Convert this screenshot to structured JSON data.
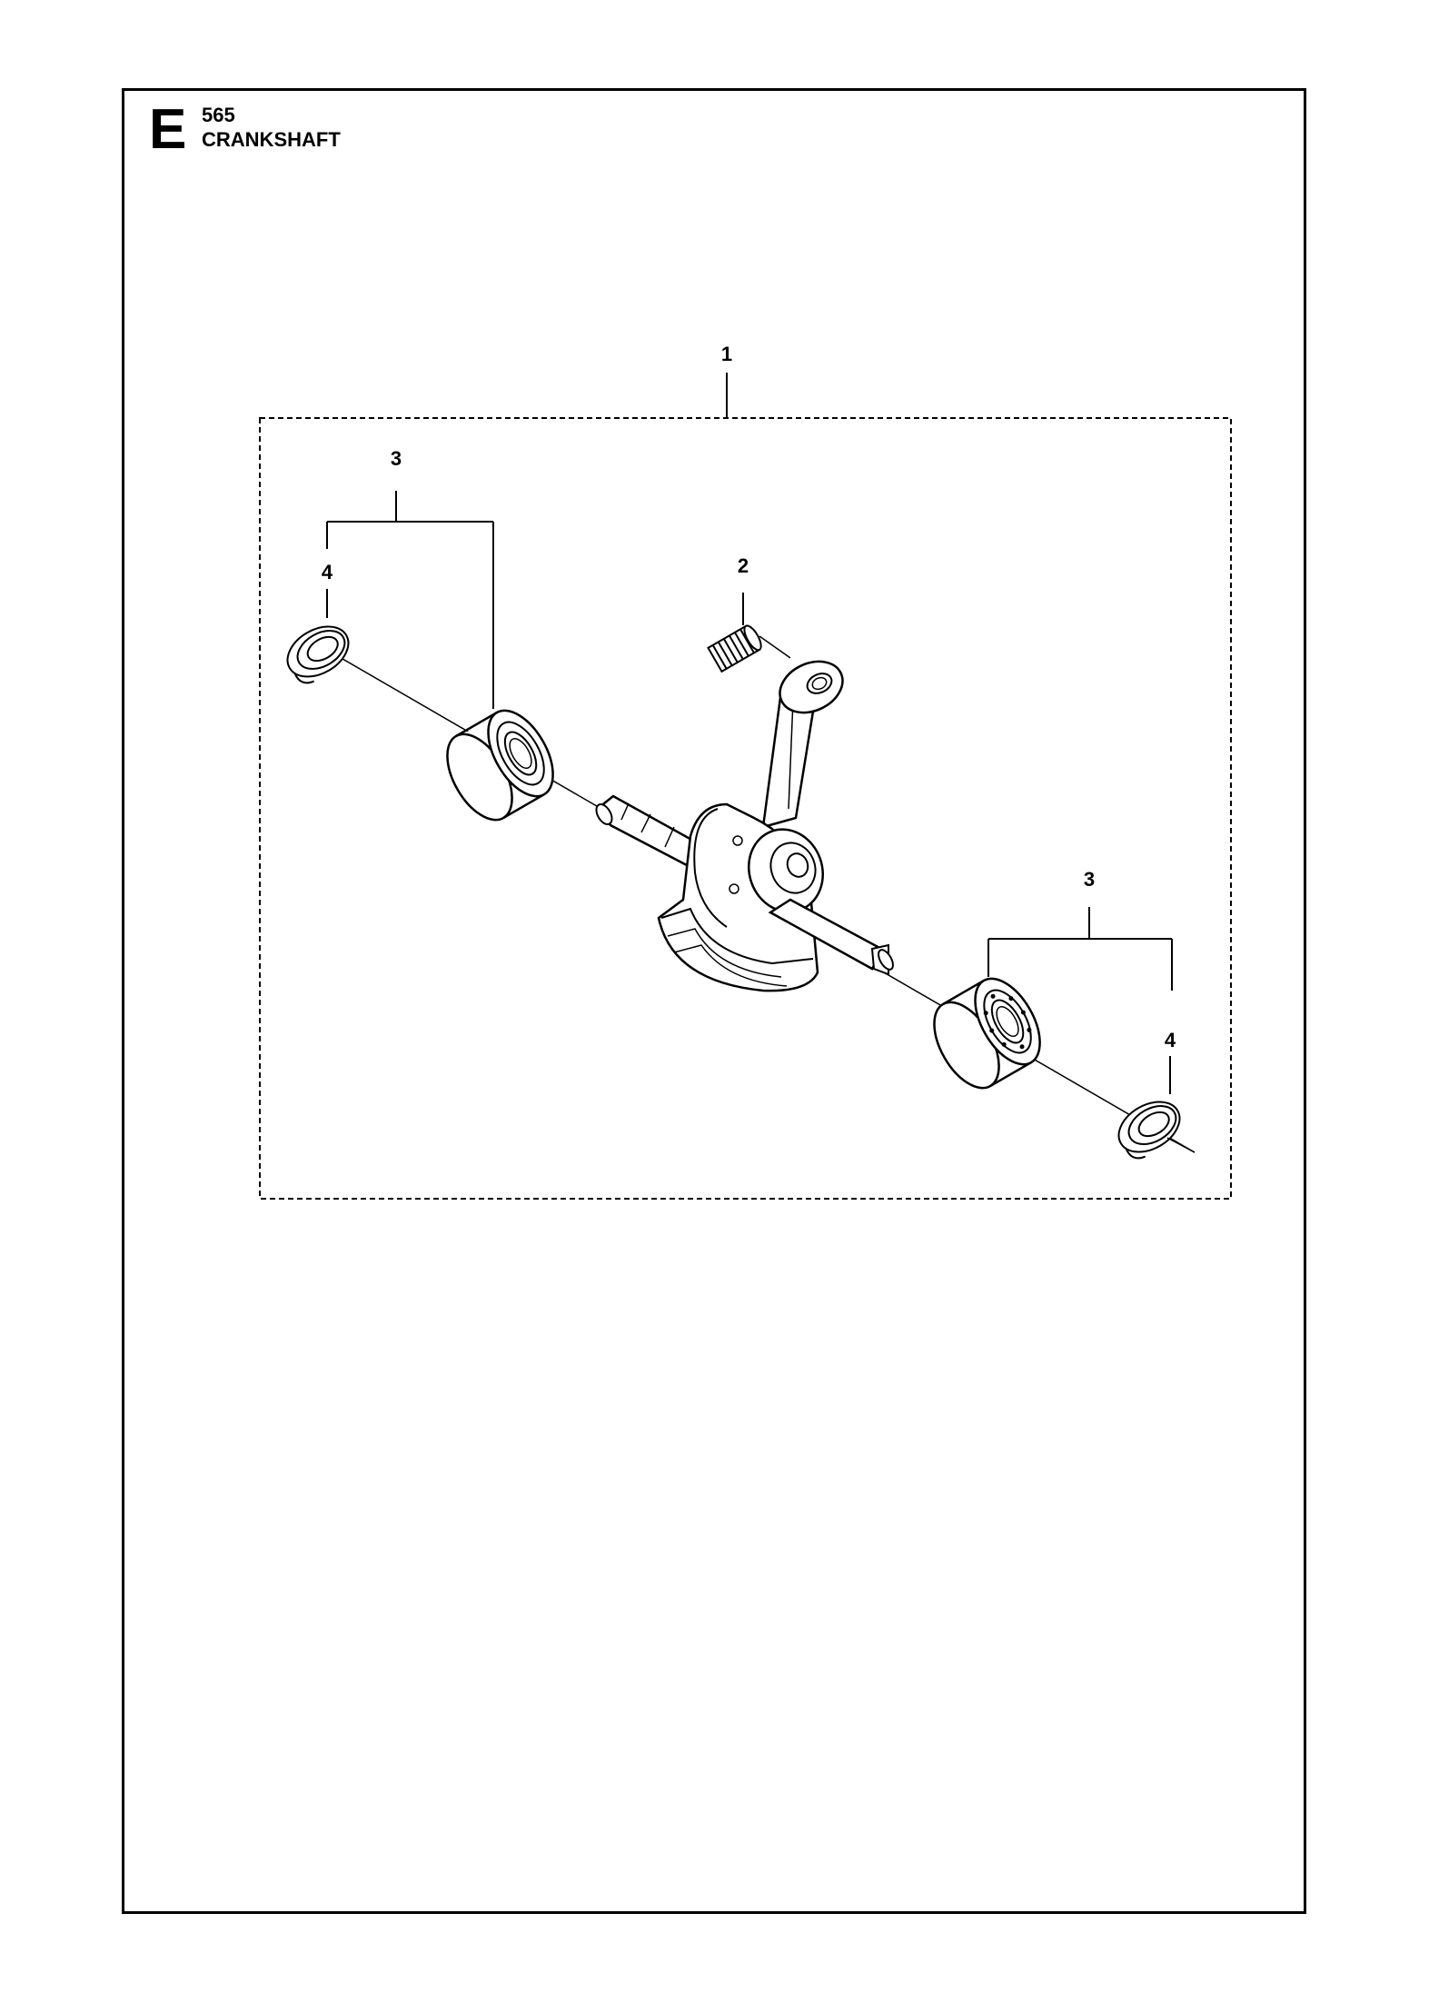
{
  "header": {
    "section_letter": "E",
    "model": "565",
    "title": "CRANKSHAFT"
  },
  "diagram": {
    "callouts": {
      "kit": "1",
      "needle_bearing": "2",
      "bearing_left": "3",
      "bearing_right": "3",
      "seal_left": "4",
      "seal_right": "4"
    },
    "parts": [
      {
        "ref": "1",
        "icon": "crankshaft-kit-icon"
      },
      {
        "ref": "2",
        "icon": "needle-bearing-icon"
      },
      {
        "ref": "3",
        "icon": "ball-bearing-icon"
      },
      {
        "ref": "4",
        "icon": "seal-ring-icon"
      }
    ]
  }
}
